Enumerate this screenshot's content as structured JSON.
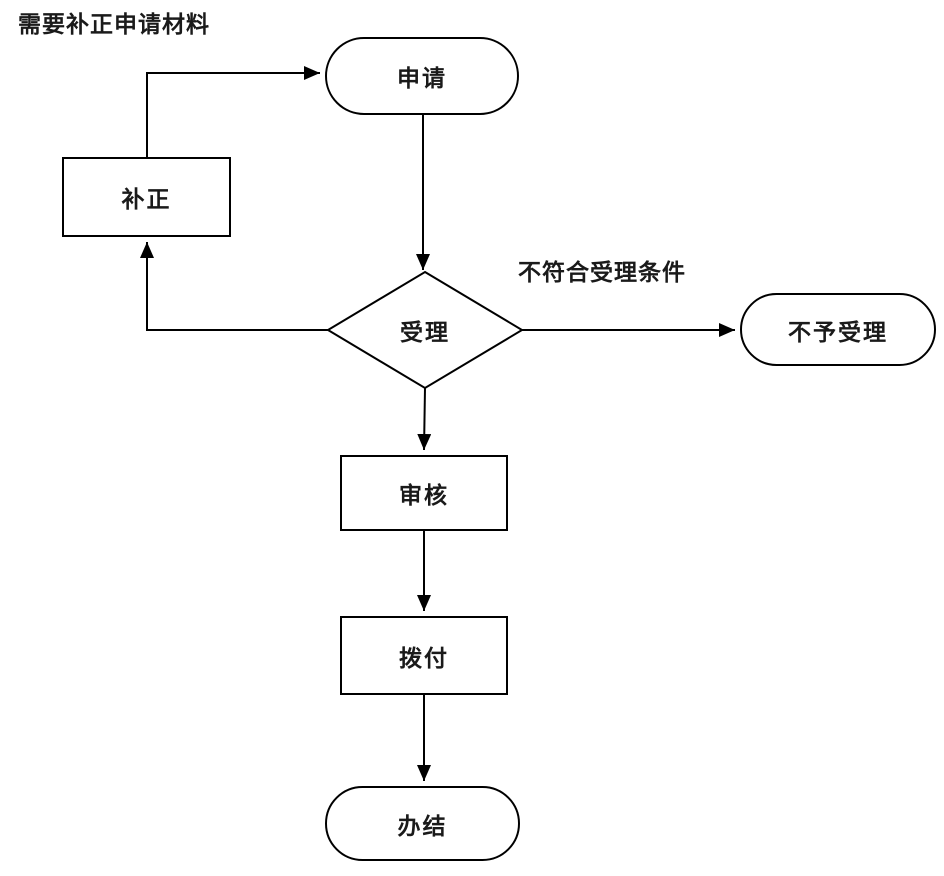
{
  "diagram": {
    "title": "approval-process-flowchart",
    "nodes": {
      "apply": {
        "label": "申请",
        "shape": "stadium"
      },
      "correction": {
        "label": "补正",
        "shape": "rect"
      },
      "accept": {
        "label": "受理",
        "shape": "diamond"
      },
      "reject": {
        "label": "不予受理",
        "shape": "stadium"
      },
      "review": {
        "label": "审核",
        "shape": "rect"
      },
      "disburse": {
        "label": "拨付",
        "shape": "rect"
      },
      "complete": {
        "label": "办结",
        "shape": "stadium"
      }
    },
    "annotations": {
      "need_correction": "需要补正申请材料",
      "not_meet_condition": "不符合受理条件"
    },
    "edges": [
      {
        "from": "apply",
        "to": "accept"
      },
      {
        "from": "accept",
        "to": "correction",
        "label": ""
      },
      {
        "from": "correction",
        "to": "apply",
        "label": "需要补正申请材料"
      },
      {
        "from": "accept",
        "to": "reject",
        "label": "不符合受理条件"
      },
      {
        "from": "accept",
        "to": "review"
      },
      {
        "from": "review",
        "to": "disburse"
      },
      {
        "from": "disburse",
        "to": "complete"
      }
    ],
    "colors": {
      "line": "#000000",
      "node_fill": "#ffffff",
      "node_border": "#000000",
      "text": "#1a1a1a",
      "background": "#ffffff"
    }
  }
}
